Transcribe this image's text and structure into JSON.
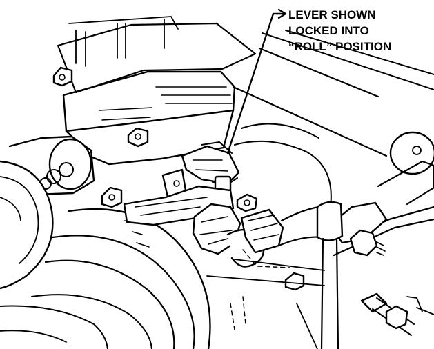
{
  "callout": {
    "lines": [
      "LEVER SHOWN",
      "LOCKED INTO",
      "“ROLL” POSITION"
    ]
  }
}
